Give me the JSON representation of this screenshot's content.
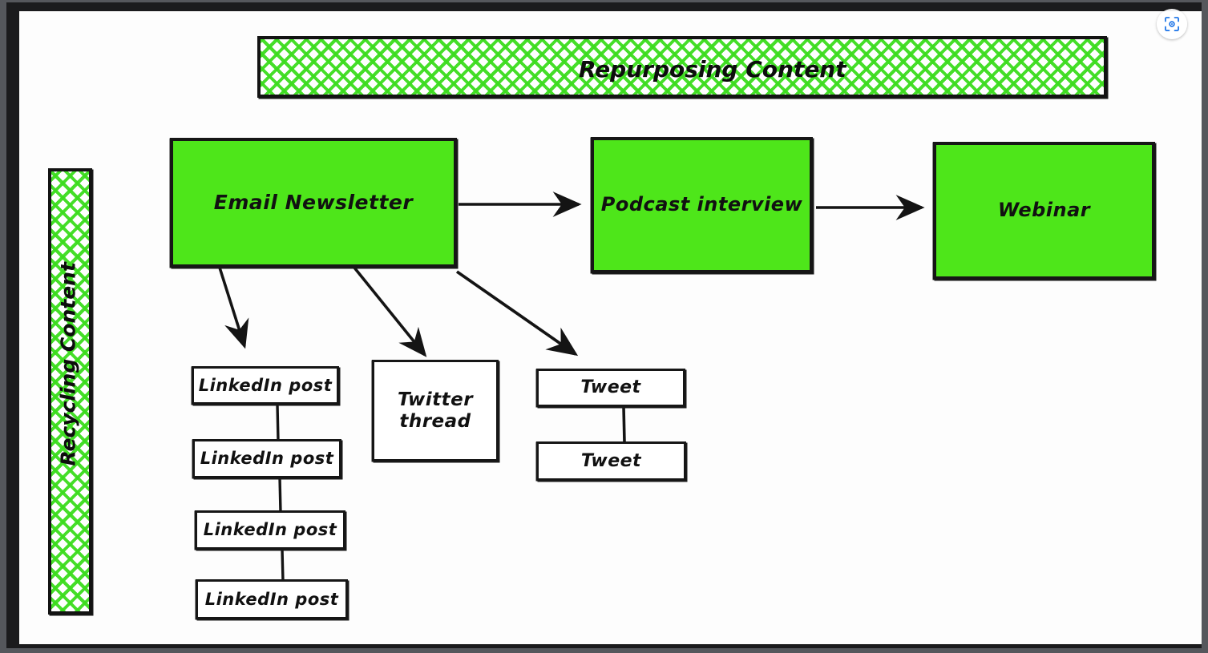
{
  "overlay": {
    "lens_icon": "lens-search-icon",
    "accent_color": "#1a73e8"
  },
  "diagram": {
    "title_banner": {
      "label": "Repurposing Content",
      "orientation": "horizontal",
      "arrows": "bidirectional",
      "fill": "green-crosshatch"
    },
    "side_banner": {
      "label": "Recycling Content",
      "orientation": "vertical",
      "arrows": "bidirectional",
      "fill": "green-crosshatch"
    },
    "primary_nodes": [
      {
        "label": "Email Newsletter",
        "color": "#4ee61a"
      },
      {
        "label": "Podcast interview",
        "color": "#4ee61a"
      },
      {
        "label": "Webinar",
        "color": "#4ee61a"
      }
    ],
    "linkedin_chain": [
      {
        "label": "LinkedIn post"
      },
      {
        "label": "LinkedIn post"
      },
      {
        "label": "LinkedIn post"
      },
      {
        "label": "LinkedIn post"
      }
    ],
    "twitter_thread": {
      "line1": "Twitter",
      "line2": "thread"
    },
    "tweet_chain": [
      {
        "label": "Tweet"
      },
      {
        "label": "Tweet"
      }
    ],
    "colors": {
      "node_green": "#4ee61a",
      "ink": "#161616",
      "paper": "#fdfdfd",
      "hatch_green": "#3cdc1e"
    }
  }
}
